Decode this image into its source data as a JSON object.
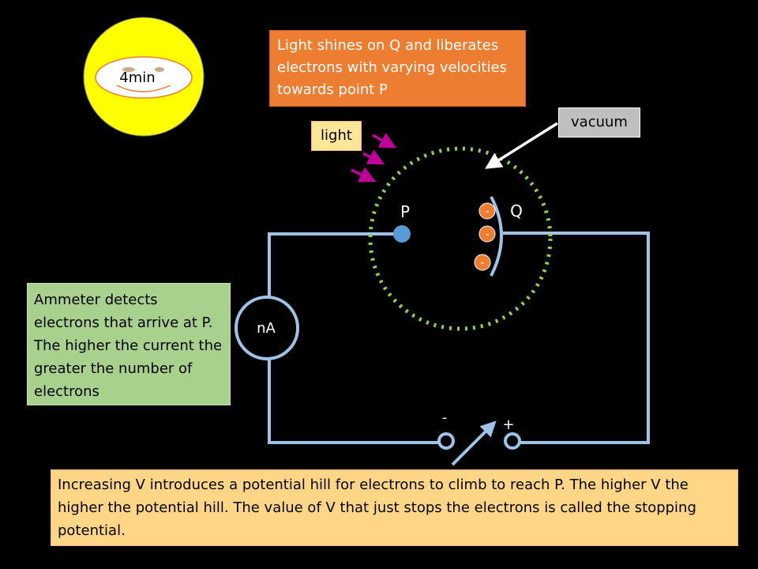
{
  "timer": {
    "label": "4min",
    "color": "#FFFF00"
  },
  "labels": {
    "light_shines": "Light shines on Q and liberates electrons with varying velocities towards point P",
    "light": "light",
    "vacuum": "vacuum",
    "p": "P",
    "q": "Q",
    "ammeter": "nA",
    "minus": "-",
    "plus": "+",
    "electron_sign": "-",
    "ammeter_note": "Ammeter detects electrons that arrive at P. The higher the current the greater the number of electrons",
    "potential_note": "Increasing V introduces a potential hill for electrons to climb to reach P. The higher V the higher the potential hill. The value of V that just stops the electrons is called the stopping potential."
  },
  "colors": {
    "background": "#000000",
    "wire": "#9DC3E6",
    "vacuum_boundary": "#92D050",
    "light_arrows": "#C00098",
    "electron": "#ED7D31",
    "point_p": "#5B9BD5"
  }
}
